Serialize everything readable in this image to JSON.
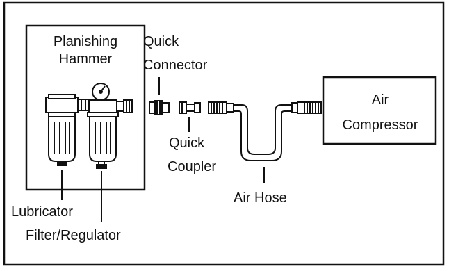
{
  "labels": {
    "planishing_hammer_line1": "Planishing",
    "planishing_hammer_line2": "Hammer",
    "quick_connector_line1": "Quick",
    "quick_connector_line2": "Connector",
    "quick_coupler_line1": "Quick",
    "quick_coupler_line2": "Coupler",
    "air_hose": "Air Hose",
    "air_compressor_line1": "Air",
    "air_compressor_line2": "Compressor",
    "lubricator": "Lubricator",
    "filter_regulator": "Filter/Regulator"
  },
  "colors": {
    "line": "#111111",
    "fill": "#ffffff"
  },
  "icons": {
    "lubricator": "lubricator-icon",
    "filter_regulator": "filter-regulator-icon",
    "pressure_gauge": "pressure-gauge-icon",
    "quick_connector": "quick-connector-icon",
    "quick_coupler": "quick-coupler-icon",
    "hose_fitting": "hose-fitting-icon",
    "air_hose": "air-hose-icon"
  }
}
